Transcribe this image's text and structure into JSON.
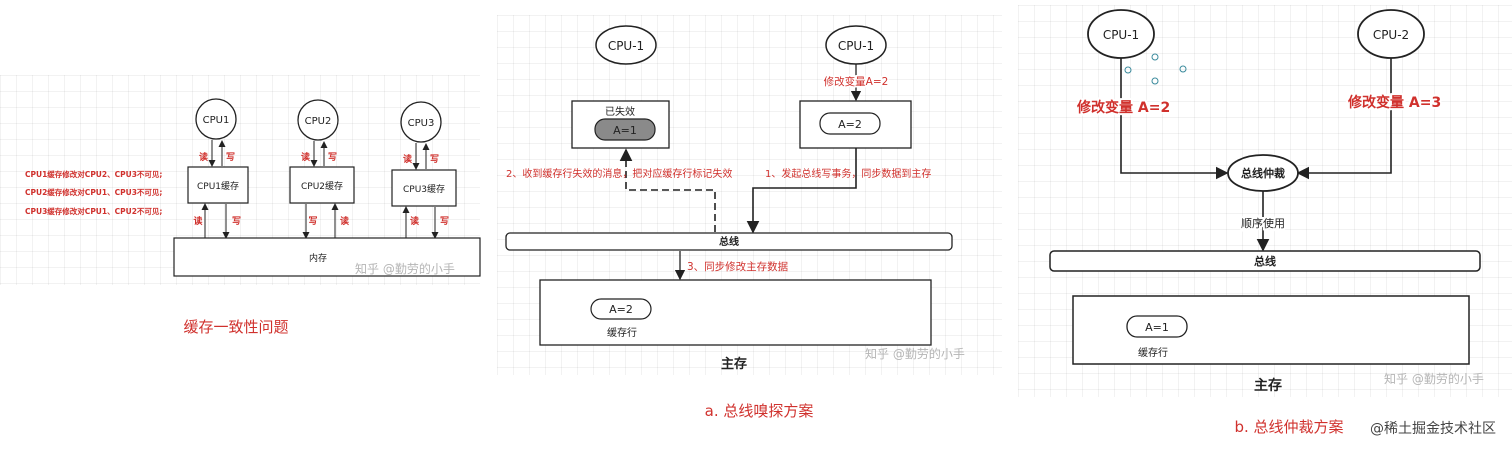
{
  "colors": {
    "accent_red": "#d0312d",
    "stroke": "#222222",
    "invalid_fill": "#8a8a8a"
  },
  "panel1": {
    "cpus": [
      "CPU1",
      "CPU2",
      "CPU3"
    ],
    "caches": [
      "CPU1缓存",
      "CPU2缓存",
      "CPU3缓存"
    ],
    "read_label": "读",
    "write_label": "写",
    "notes": [
      "CPU1缓存修改对CPU2、CPU3不可见;",
      "CPU2缓存修改对CPU1、CPU3不可见;",
      "CPU3缓存修改对CPU1、CPU2不可见;"
    ],
    "memory": "内存",
    "watermark": "知乎 @勤劳的小手",
    "caption": "缓存一致性问题"
  },
  "panel2": {
    "cpu_left": "CPU-1",
    "cpu_right": "CPU-1",
    "invalid_title": "已失效",
    "invalid_value": "A=1",
    "modify_label": "修改变量A=2",
    "cache_value": "A=2",
    "step1": "1、发起总线写事务，同步数据到主存",
    "step2": "2、收到缓存行失效的消息，把对应缓存行标记失效",
    "step3": "3、同步修改主存数据",
    "bus": "总线",
    "mem_value": "A=2",
    "cache_line": "缓存行",
    "main_memory": "主存",
    "watermark": "知乎 @勤劳的小手",
    "caption": "a. 总线嗅探方案"
  },
  "panel3": {
    "cpu1": "CPU-1",
    "cpu2": "CPU-2",
    "modify1": "修改变量 A=2",
    "modify2": "修改变量 A=3",
    "arbiter": "总线仲裁",
    "sequential": "顺序使用",
    "bus": "总线",
    "mem_value": "A=1",
    "cache_line": "缓存行",
    "main_memory": "主存",
    "watermark": "知乎 @勤劳的小手",
    "caption": "b. 总线仲裁方案",
    "corner_watermark": "@稀土掘金技术社区"
  }
}
